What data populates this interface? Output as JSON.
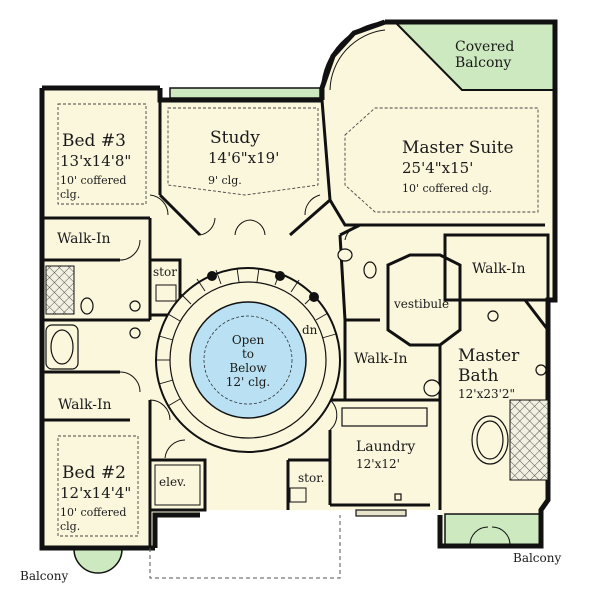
{
  "rooms": {
    "bed3": {
      "name": "Bed #3",
      "dims": "13'x14'8\"",
      "note1": "10' coffered",
      "note2": "clg."
    },
    "study": {
      "name": "Study",
      "dims": "14'6\"x19'",
      "note": "9' clg."
    },
    "master_suite": {
      "name": "Master Suite",
      "dims": "25'4\"x15'",
      "note": "10' coffered clg."
    },
    "covered_balcony": {
      "line1": "Covered",
      "line2": "Balcony"
    },
    "walkin_top_left": "Walk-In",
    "walkin_mid_left": "Walk-In",
    "walkin_master_right": "Walk-In",
    "walkin_center": "Walk-In",
    "stor_left": "stor",
    "stor_bottom": "stor.",
    "vestibule": "vestibule",
    "open_below": {
      "line1": "Open",
      "line2": "to",
      "line3": "Below",
      "line4": "12' clg."
    },
    "dn": "dn",
    "master_bath": {
      "name1": "Master",
      "name2": "Bath",
      "dims": "12'x23'2\""
    },
    "laundry": {
      "name": "Laundry",
      "dims": "12'x12'"
    },
    "bed2": {
      "name": "Bed #2",
      "dims": "12'x14'4\"",
      "note1": "10' coffered",
      "note2": "clg."
    },
    "elev": "elev.",
    "balcony_left": "Balcony",
    "balcony_right": "Balcony"
  },
  "colors": {
    "floor": "#fbf7dd",
    "wall": "#111111",
    "balcony": "#cde9c0",
    "open_below": "#b9e1f3",
    "tile": "#8a8a8a"
  }
}
